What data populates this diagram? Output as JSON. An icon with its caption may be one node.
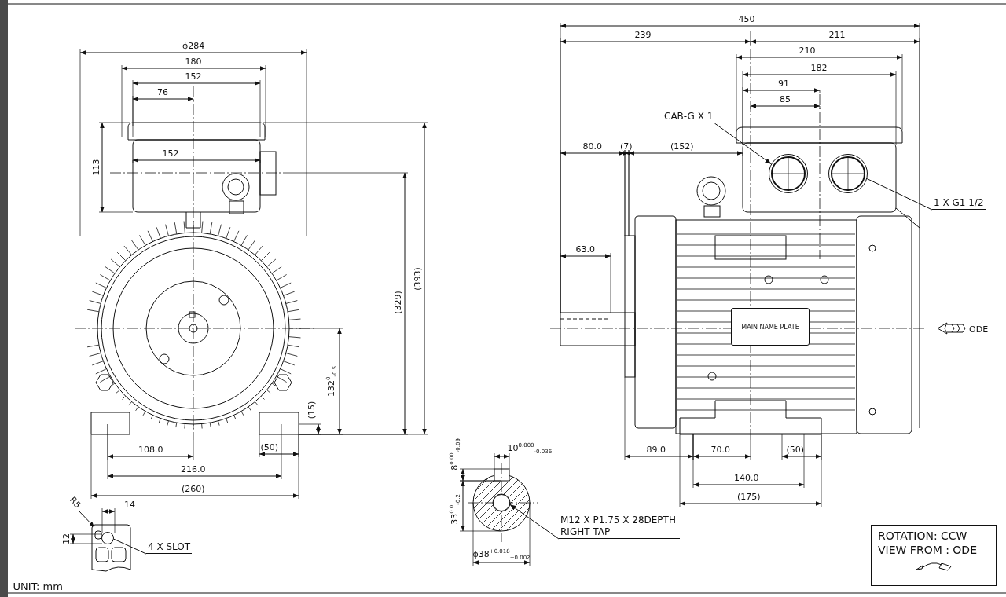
{
  "diagram": {
    "nodes": [
      {
        "text": [
          "CAB-G X 1"
        ]
      },
      {
        "text": [],
        "shape": "circle"
      },
      {
        "text": [
          "1 X G1 1/2"
        ]
      },
      {
        "text": [],
        "shape": "circle"
      },
      {
        "text": [
          "MAIN NAME PLATE"
        ]
      },
      {
        "text": [
          "M12 X P1.75 X 28DEPTH RIGHT TAP"
        ]
      },
      {
        "text": [],
        "shape": "circle"
      },
      {
        "text": [
          "4 X SLOT"
        ]
      },
      {
        "text": [],
        "shape": "circle"
      },
      {
        "text": [
          "ROTATION: CCW",
          "VIEW FROM : ODE"
        ]
      }
    ],
    "edges": [
      {
        "from": 0,
        "to": 1,
        "arrow": "to"
      },
      {
        "from": 2,
        "to": 3,
        "arrow": "none"
      },
      {
        "from": 5,
        "to": 6,
        "arrow": "to"
      },
      {
        "from": 7,
        "to": 8,
        "arrow": "none"
      }
    ],
    "labels": [
      "ϕ284",
      "180",
      "152",
      "76",
      "113",
      "152",
      "(393)",
      "(329)",
      "132$^{0}$$_{-0.5}$",
      "(15)",
      "108.0",
      "(50)",
      "216.0",
      "(260)",
      "R5",
      "14",
      "12",
      "450",
      "239",
      "211",
      "210",
      "182",
      "91",
      "85",
      "80.0",
      "(7)",
      "(152)",
      "63.0",
      "ODE",
      "89.0",
      "70.0",
      "(50)",
      "140.0",
      "(175)",
      "8$^{0.00}$$_{-0.09}$",
      "10$^{0.000}$$_{-0.036}$",
      "33$^{0.0}$$_{-0.2}$",
      "ϕ38$^{+0.018}$$_{+0.002}$",
      "UNIT: mm"
    ]
  }
}
